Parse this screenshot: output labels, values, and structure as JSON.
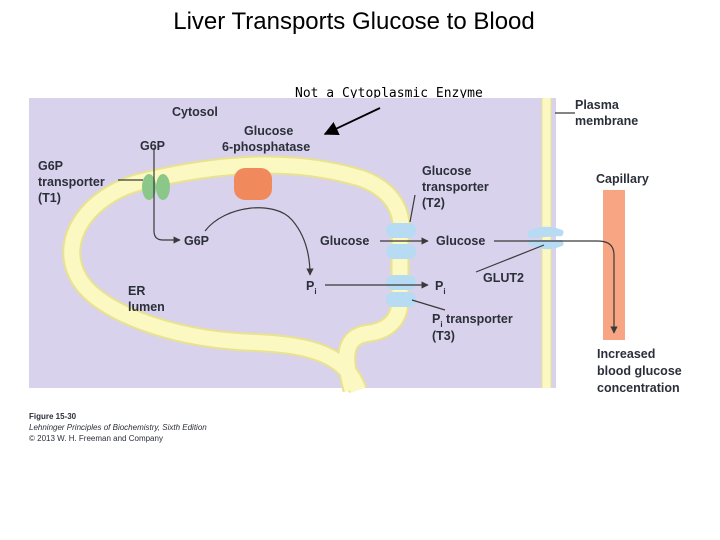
{
  "title": "Liver Transports Glucose to Blood",
  "annotation": "Not a Cytoplasmic Enzyme",
  "labels": {
    "cytosol": "Cytosol",
    "g6p_top": "G6P",
    "g6p_transporter": [
      "G6P",
      "transporter",
      "(T1)"
    ],
    "g6pase": [
      "Glucose",
      "6-phosphatase"
    ],
    "glucose_transporter": [
      "Glucose",
      "transporter",
      "(T2)"
    ],
    "g6p_lower": "G6P",
    "glucose_left": "Glucose",
    "glucose_right": "Glucose",
    "pi_left": "P",
    "pi_right": "P",
    "pi_sub": "i",
    "glut2": "GLUT2",
    "pi_transporter_line1_sub": "i",
    "pi_transporter_line1": " transporter",
    "pi_transporter_p": "P",
    "pi_transporter_line2": "(T3)",
    "er_lumen": [
      "ER",
      "lumen"
    ],
    "plasma_membrane": [
      "Plasma",
      "membrane"
    ],
    "capillary": "Capillary",
    "increased": [
      "Increased",
      "blood glucose",
      "concentration"
    ]
  },
  "figure_caption": {
    "figure": "Figure 15-30",
    "book": "Lehninger Principles of Biochemistry, Sixth Edition",
    "copyright": "© 2013 W. H. Freeman and Company"
  },
  "colors": {
    "cytosol": "#d8d2ec",
    "membrane": "#fbf8c2",
    "transporter_green": "#8cc78a",
    "enzyme_orange": "#f08a5d",
    "transporter_blue": "#b7dbf2",
    "capillary": "#f7a583",
    "arrow": "#3a3a3a"
  }
}
